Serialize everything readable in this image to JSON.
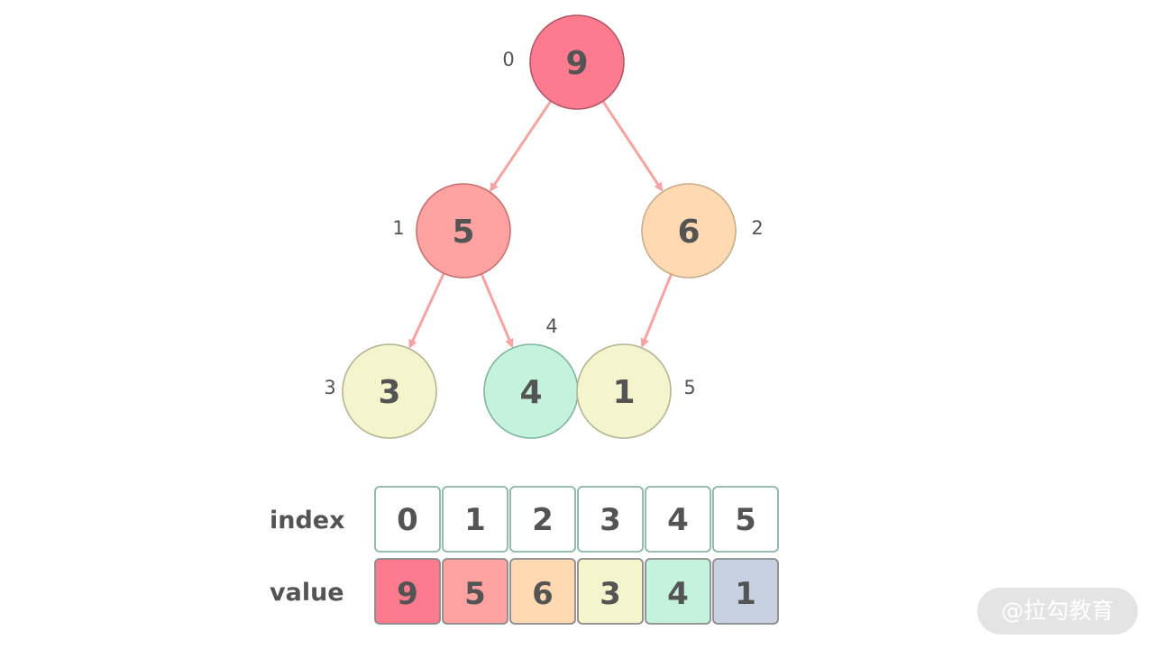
{
  "colors": {
    "edge": "#f5a3a3",
    "text": "#545454"
  },
  "tree": {
    "nodes": [
      {
        "index": 0,
        "value": "9",
        "index_label": "0",
        "fill": "#fd7a8f",
        "stroke": "#b0586a"
      },
      {
        "index": 1,
        "value": "5",
        "index_label": "1",
        "fill": "#fca2a1",
        "stroke": "#c77070"
      },
      {
        "index": 2,
        "value": "6",
        "index_label": "2",
        "fill": "#fed9b1",
        "stroke": "#c6ad8a"
      },
      {
        "index": 3,
        "value": "3",
        "index_label": "3",
        "fill": "#f4f5cd",
        "stroke": "#b4b494"
      },
      {
        "index": 4,
        "value": "4",
        "index_label": "4",
        "fill": "#c4f2dd",
        "stroke": "#7fb4a0"
      },
      {
        "index": 5,
        "value": "1",
        "index_label": "5",
        "fill": "#f4f5cd",
        "stroke": "#b4b494"
      }
    ],
    "edges": [
      [
        0,
        1
      ],
      [
        0,
        2
      ],
      [
        1,
        3
      ],
      [
        1,
        4
      ],
      [
        2,
        5
      ]
    ]
  },
  "table": {
    "index_row_label": "index",
    "value_row_label": "value",
    "indices": [
      "0",
      "1",
      "2",
      "3",
      "4",
      "5"
    ],
    "values": [
      "9",
      "5",
      "6",
      "3",
      "4",
      "1"
    ],
    "index_fill": "#ffffff",
    "index_stroke": "#8ab5a4",
    "value_fills": [
      "#fd7a8f",
      "#fca2a1",
      "#fed9b1",
      "#f4f5cd",
      "#c4f2dd",
      "#c7d1e2"
    ],
    "value_stroke": "#8a8a8a"
  },
  "watermark": "@拉勾教育"
}
